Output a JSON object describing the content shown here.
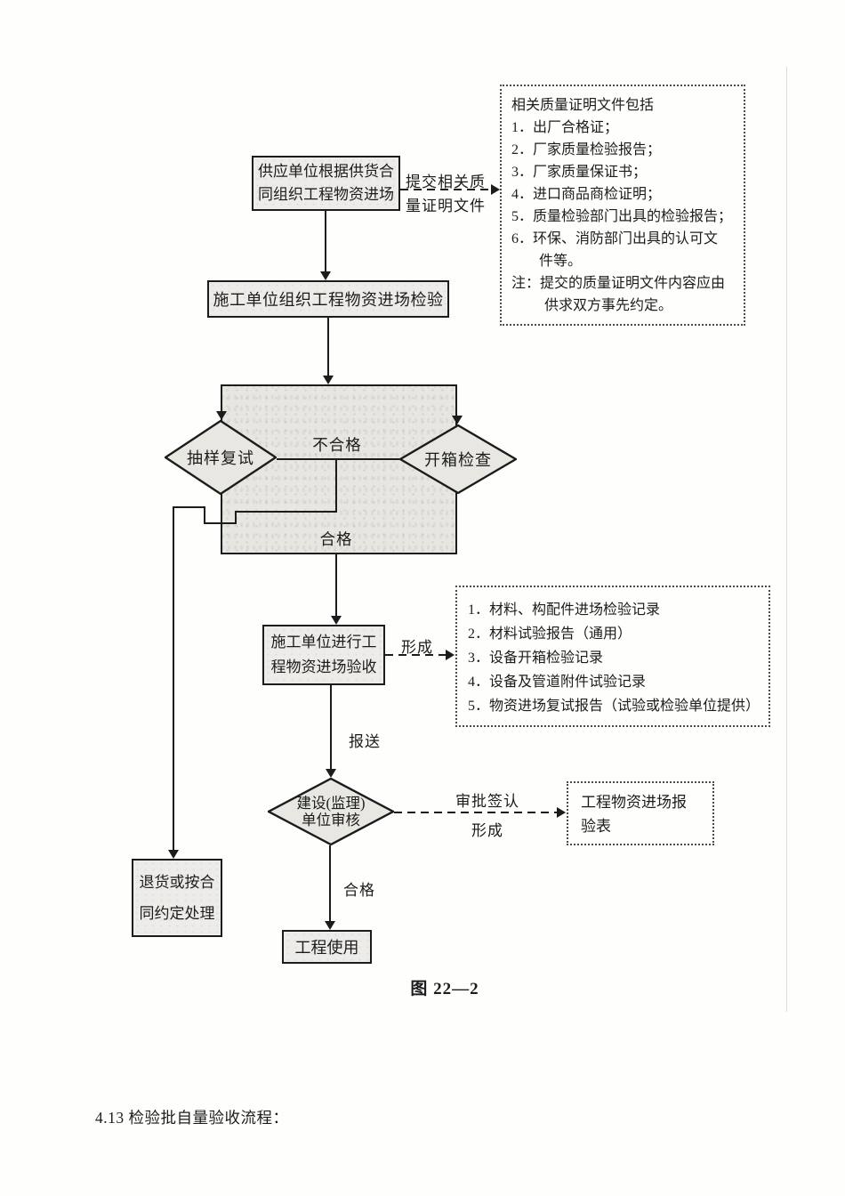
{
  "page": {
    "figure_caption": "图 22—2",
    "section_heading": "4.13  检验批自量验收流程："
  },
  "colors": {
    "ink": "#1c1c1c",
    "box_fill": "#edece8",
    "shade_fill": "#e7e6e1",
    "page_bg": "#fefefd"
  },
  "nodes": {
    "supplier": {
      "line1": "供应单位根据供货合",
      "line2": "同组织工程物资进场"
    },
    "site_inspection": {
      "label": "施工单位组织工程物资进场检验"
    },
    "sampling_retest": {
      "label": "抽样复试"
    },
    "unbox_check": {
      "label": "开箱检查"
    },
    "acceptance": {
      "line1": "施工单位进行工",
      "line2": "程物资进场验收"
    },
    "review": {
      "line1": "建设(监理)",
      "line2": "单位审核"
    },
    "return_goods": {
      "line1": "退货或按合",
      "line2": "同约定处理"
    },
    "project_use": {
      "label": "工程使用"
    },
    "report_form": {
      "line1": "工程物资进场报",
      "line2": "验表"
    }
  },
  "edge_labels": {
    "submit_docs_line1": "提交相关质",
    "submit_docs_line2": "量证明文件",
    "fail": "不合格",
    "pass_mid": "合格",
    "form_mid": "形成",
    "report": "报送",
    "approve_line1": "审批签认",
    "approve_line2": "形成",
    "pass_bottom": "合格"
  },
  "note_quality_docs": {
    "lines": [
      "相关质量证明文件包括",
      "1．出厂合格证；",
      "2．厂家质量检验报告；",
      "3．厂家质量保证书；",
      "4．进口商品商检证明；",
      "5．质量检验部门出具的检验报告；",
      "6．环保、消防部门出具的认可文",
      "件等。",
      "注：提交的质量证明文件内容应由",
      "供求双方事先约定。"
    ]
  },
  "note_records": {
    "lines": [
      "1．材料、构配件进场检验记录",
      "2．材料试验报告（通用）",
      "3．设备开箱检验记录",
      "4．设备及管道附件试验记录",
      "5．物资进场复试报告（试验或检验单位提供）"
    ]
  }
}
